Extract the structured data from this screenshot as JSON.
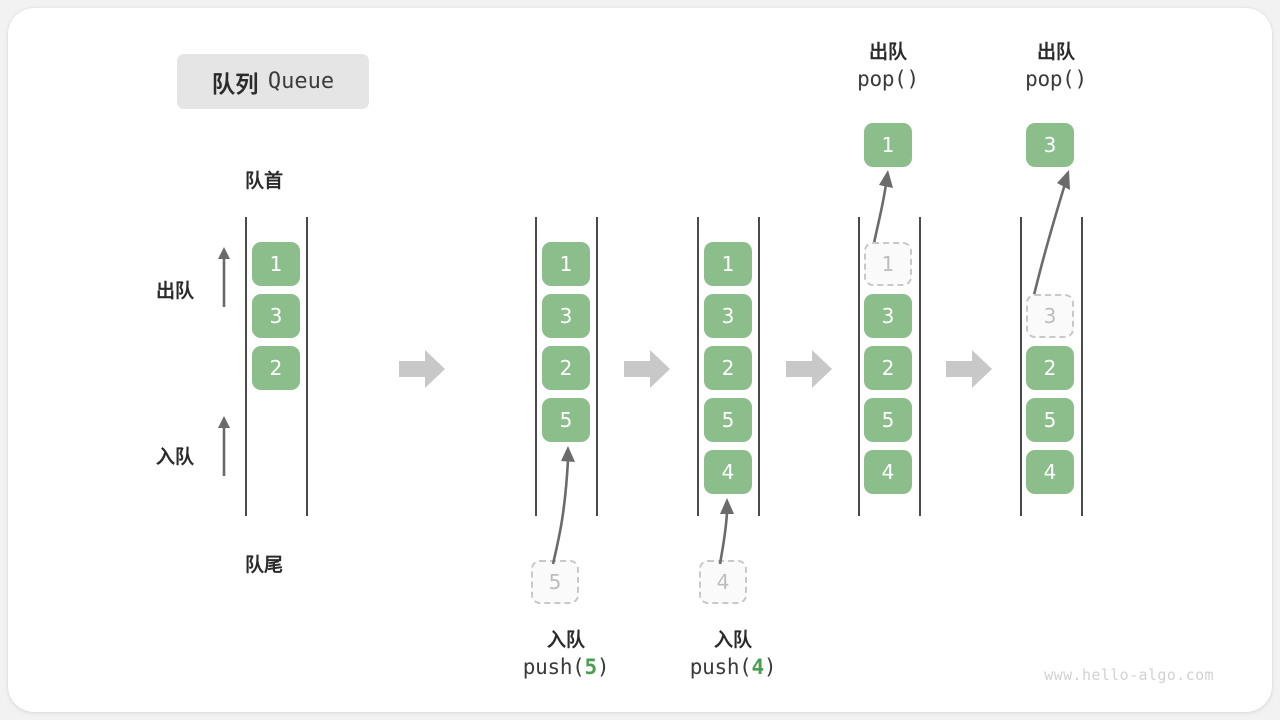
{
  "diagram": {
    "title_cn": "队列",
    "title_en": "Queue",
    "front_label": "队首",
    "rear_label": "队尾",
    "dequeue_label": "出队",
    "enqueue_label": "入队",
    "watermark": "www.hello-algo.com",
    "colors": {
      "cell_green": "#8cbe8c",
      "ghost_border": "#c8c8c8",
      "ghost_text": "#bdbdbd",
      "rail": "#4a4a4a",
      "arrow_gray": "#c8c8c8",
      "text_dark": "#2b2b2b",
      "accent_green": "#4a9e52",
      "badge_bg": "#e5e5e5",
      "card_bg": "#ffffff",
      "page_bg": "#f2f2f2"
    },
    "steps": [
      {
        "id": "initial",
        "cells": [
          "1",
          "3",
          "2"
        ],
        "ghost_top": null,
        "ghost_below": null,
        "popped": null,
        "caption_line1": null,
        "caption_line2": null
      },
      {
        "id": "push-5",
        "cells": [
          "1",
          "3",
          "2",
          "5"
        ],
        "ghost_top": null,
        "ghost_below": "5",
        "popped": null,
        "caption_line1": "入队",
        "caption_line2_pre": "push(",
        "caption_line2_num": "5",
        "caption_line2_post": ")"
      },
      {
        "id": "push-4",
        "cells": [
          "1",
          "3",
          "2",
          "5",
          "4"
        ],
        "ghost_top": null,
        "ghost_below": "4",
        "popped": null,
        "caption_line1": "入队",
        "caption_line2_pre": "push(",
        "caption_line2_num": "4",
        "caption_line2_post": ")"
      },
      {
        "id": "pop-1",
        "cells": [
          "3",
          "2",
          "5",
          "4"
        ],
        "ghost_top": "1",
        "ghost_below": null,
        "popped": "1",
        "caption_line1": "出队",
        "caption_line2_pre": "pop()",
        "caption_line2_num": "",
        "caption_line2_post": ""
      },
      {
        "id": "pop-3",
        "cells": [
          "2",
          "5",
          "4"
        ],
        "ghost_top": "3",
        "ghost_below": null,
        "popped": "3",
        "caption_line1": "出队",
        "caption_line2_pre": "pop()",
        "caption_line2_num": "",
        "caption_line2_post": ""
      }
    ],
    "separator_arrows": [
      "step-arrow-1",
      "step-arrow-2",
      "step-arrow-3",
      "step-arrow-4"
    ]
  }
}
